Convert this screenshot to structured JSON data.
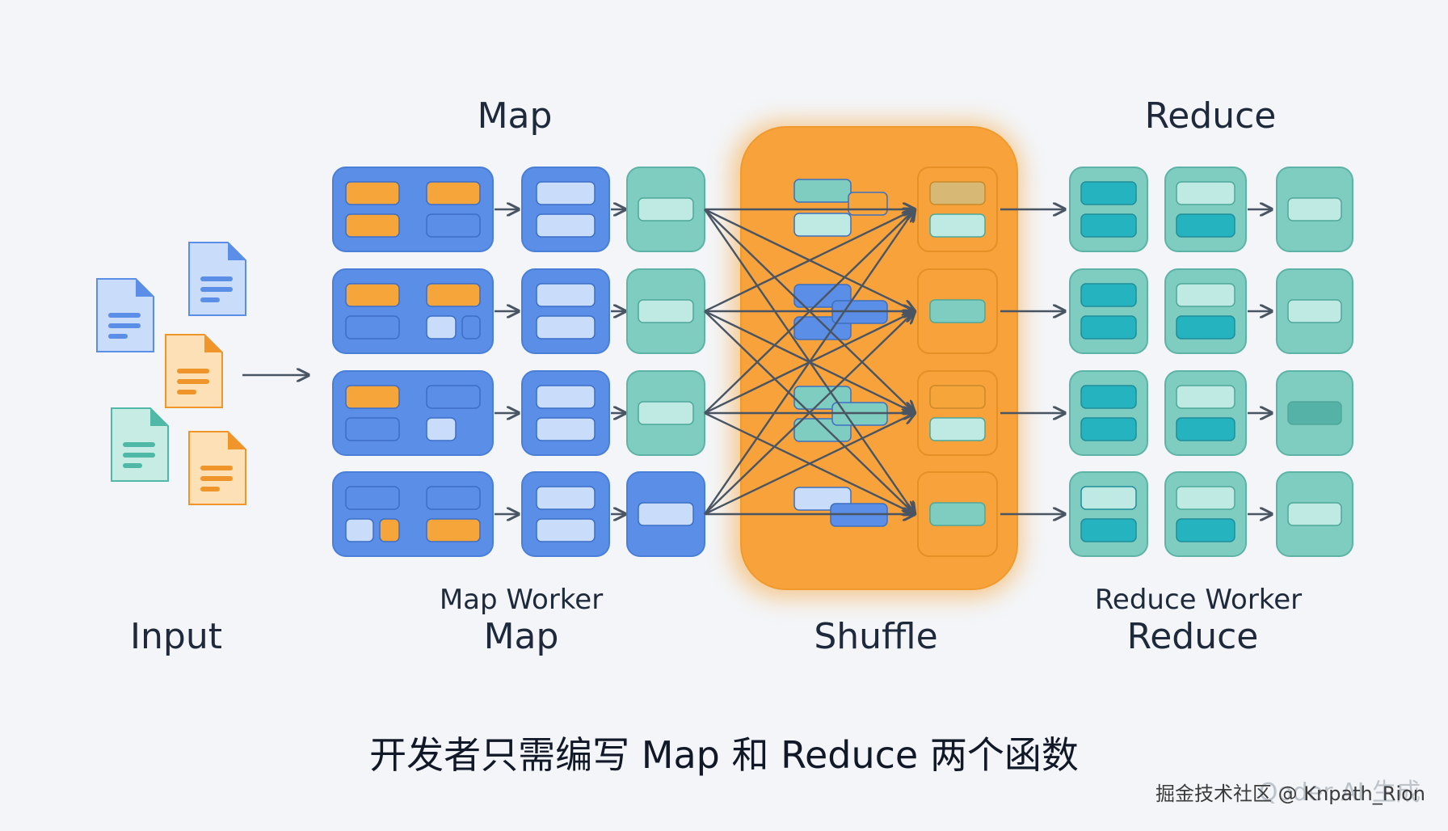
{
  "labels": {
    "map_top": "Map",
    "reduce_top": "Reduce",
    "input": "Input",
    "map_worker": "Map Worker",
    "map_bottom": "Map",
    "shuffle": "Shuffle",
    "reduce_worker": "Reduce Worker",
    "reduce_bottom": "Reduce"
  },
  "caption": "开发者只需编写 Map 和 Reduce 两个函数",
  "watermark": "掘金技术社区 @ Knpath_Rion",
  "watermark_faint": "Qoder AI 生成",
  "colors": {
    "blue": "#5b8ee6",
    "blue_light": "#c9dcfa",
    "orange": "#f6a53a",
    "teal": "#7fcdc0",
    "teal_dark": "#25b3c0",
    "teal_light": "#bfeae3",
    "text": "#1e293b",
    "arrow": "#4a5563"
  }
}
